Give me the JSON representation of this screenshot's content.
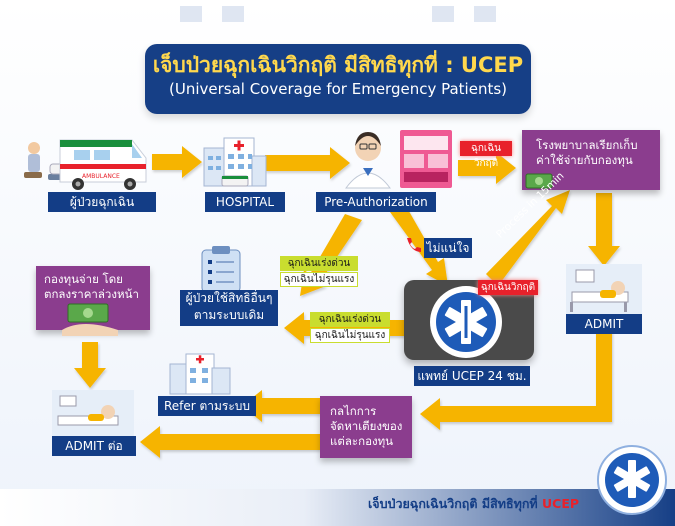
{
  "header": {
    "title": "เจ็บป่วยฉุกเฉินวิกฤติ มีสิทธิทุกที่ : UCEP",
    "subtitle": "(Universal Coverage for Emergency Patients)"
  },
  "nodes": {
    "patient": "ผู้ป่วยฉุกเฉิน",
    "hospital": "HOSPITAL",
    "pre_auth": "Pre-Authorization",
    "hospital_bill": "โรงพยาบาลเรียกเก็บ ค่าใช้จ่ายกับกองทุน",
    "admit_right": "ADMIT",
    "other_rights": "ผู้ป่วยใช้สิทธิอื่นๆ ตามระบบเดิม",
    "fund_pay": "กองทุนจ่าย โดยตกลงราคาล่วงหน้า",
    "ucep_doctor": "แพทย์ UCEP 24 ชม.",
    "refer": "Refer ตามระบบ",
    "bed_mechanism": "กลไกการ จัดหาเตียงของ แต่ละกองทุน",
    "admit_next": "ADMIT ต่อ"
  },
  "tags": {
    "critical_top": "ฉุกเฉินวิกฤติ",
    "critical_mid": "ฉุกเฉินวิกฤติ",
    "unsure": "ไม่แน่ใจ",
    "process": "Process in 15min",
    "urgent_1": "ฉุกเฉินเร่งด่วน",
    "non_severe_1": "ฉุกเฉินไม่รุนแรง",
    "urgent_2": "ฉุกเฉินเร่งด่วน",
    "non_severe_2": "ฉุกเฉินไม่รุนแรง"
  },
  "images": {
    "ambulance_text": "AMBULANCE"
  },
  "footer": {
    "text": "เจ็บป่วยฉุกเฉินวิกฤติ มีสิทธิทุกที่",
    "accent": "UCEP"
  },
  "colors": {
    "navy": "#133d86",
    "purple": "#8b3d8e",
    "arrow": "#f6b400",
    "green_tag": "#c9dd2f",
    "red_tag": "#e8212b"
  }
}
